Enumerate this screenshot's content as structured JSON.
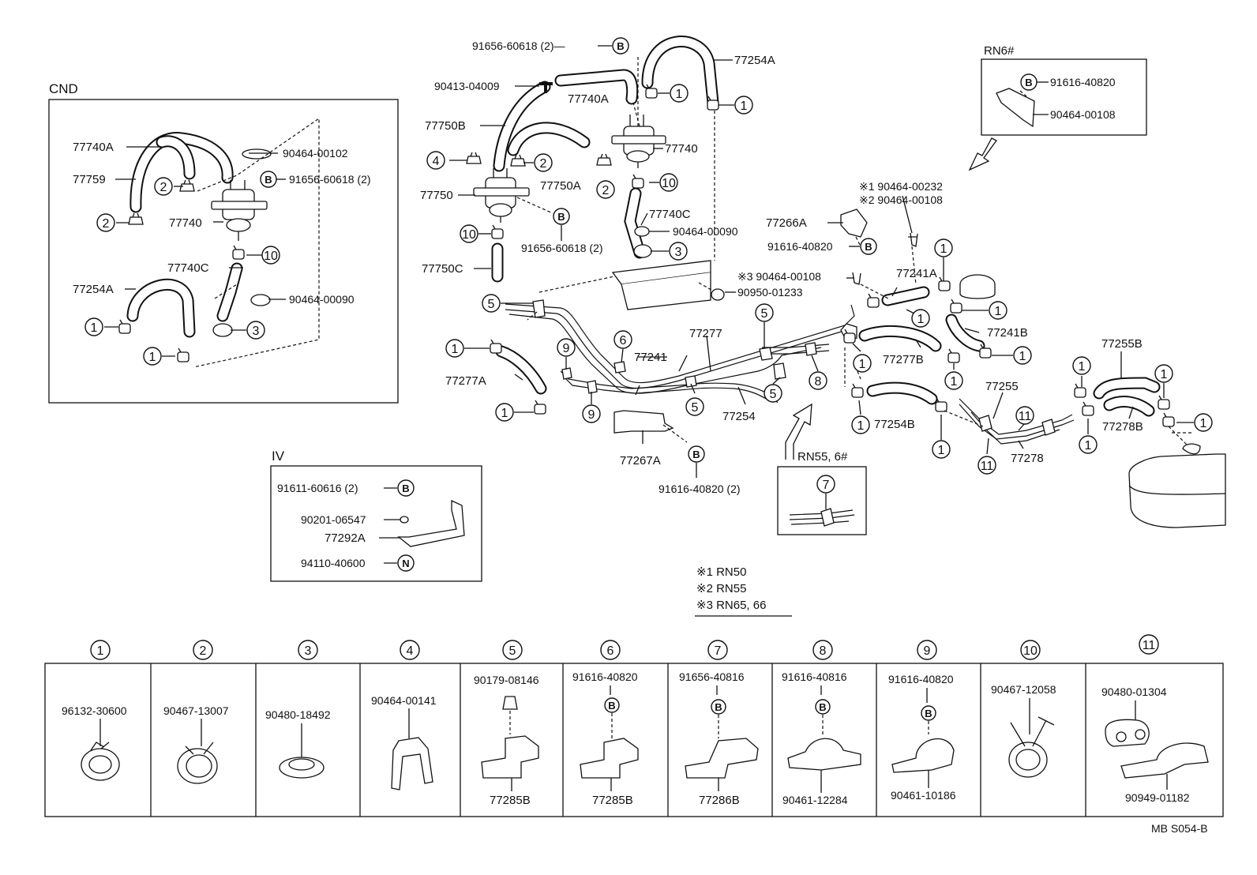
{
  "sections": {
    "cnd": "CND",
    "iv": "IV",
    "rn6": "RN6#",
    "rn55": "RN55, 6#"
  },
  "notes": {
    "n1": "※1 RN50",
    "n2": "※2 RN55",
    "n3": "※3 RN65, 66"
  },
  "footer": "MB  S054-B",
  "callouts": {
    "c1": "1",
    "c2": "2",
    "c3": "3",
    "c4": "4",
    "c5": "5",
    "c6": "6",
    "c7": "7",
    "c8": "8",
    "c9": "9",
    "c10": "10",
    "c11": "11",
    "b": "B",
    "n": "N"
  },
  "labels": {
    "p91656_60618_2a": "91656-60618 (2)—",
    "p90413_04009": "90413-04009",
    "p77740A_top": "77740A",
    "p77254A_top": "77254A",
    "p77750B": "77750B",
    "p77740_main": "77740",
    "p77750A": "77750A",
    "p77750": "77750",
    "p77740C_main": "77740C",
    "p90464_00090_main": "90464-00090",
    "p91656_60618_2b": "91656-60618 (2)",
    "p77750C": "77750C",
    "p77266A": "77266A",
    "p91616_40820_mid": "91616-40820",
    "p90464_00232": "※1 90464-00232",
    "p90464_00108_n2": "※2 90464-00108",
    "p90464_00108_n3": "※3 90464-00108",
    "p90950_01233": "90950-01233",
    "p77241A": "77241A",
    "p77241B": "77241B",
    "p77277": "77277",
    "p77241": "77241",
    "p77277A": "77277A",
    "p77277B": "77277B",
    "p77254": "77254",
    "p77254B": "77254B",
    "p77267A": "77267A",
    "p91616_40820_2": "91616-40820 (2)",
    "p77255": "77255",
    "p77255B": "77255B",
    "p77278": "77278",
    "p77278B": "77278B",
    "p91616_40820_rn6": "91616-40820",
    "p90464_00108_rn6": "90464-00108",
    "cnd_77740A": "77740A",
    "cnd_77759": "77759",
    "cnd_90464_00102": "90464-00102",
    "cnd_91656_60618": "91656-60618 (2)",
    "cnd_77740": "77740",
    "cnd_77740C": "77740C",
    "cnd_77254A": "77254A",
    "cnd_90464_00090": "90464-00090",
    "iv_91611_60616": "91611-60616 (2)",
    "iv_90201_06547": "90201-06547",
    "iv_77292A": "77292A",
    "iv_94110_40600": "94110-40600"
  },
  "clamp_table": [
    {
      "num": "1",
      "parts": [
        "96132-30600"
      ]
    },
    {
      "num": "2",
      "parts": [
        "90467-13007"
      ]
    },
    {
      "num": "3",
      "parts": [
        "90480-18492"
      ]
    },
    {
      "num": "4",
      "parts": [
        "90464-00141"
      ]
    },
    {
      "num": "5",
      "parts": [
        "90179-08146",
        "77285B"
      ]
    },
    {
      "num": "6",
      "parts": [
        "91616-40820",
        "77285B"
      ]
    },
    {
      "num": "7",
      "parts": [
        "91656-40816",
        "77286B"
      ]
    },
    {
      "num": "8",
      "parts": [
        "91616-40816",
        "90461-12284"
      ]
    },
    {
      "num": "9",
      "parts": [
        "91616-40820",
        "90461-10186"
      ]
    },
    {
      "num": "10",
      "parts": [
        "90467-12058"
      ]
    },
    {
      "num": "11",
      "parts": [
        "90480-01304",
        "90949-01182"
      ]
    }
  ]
}
